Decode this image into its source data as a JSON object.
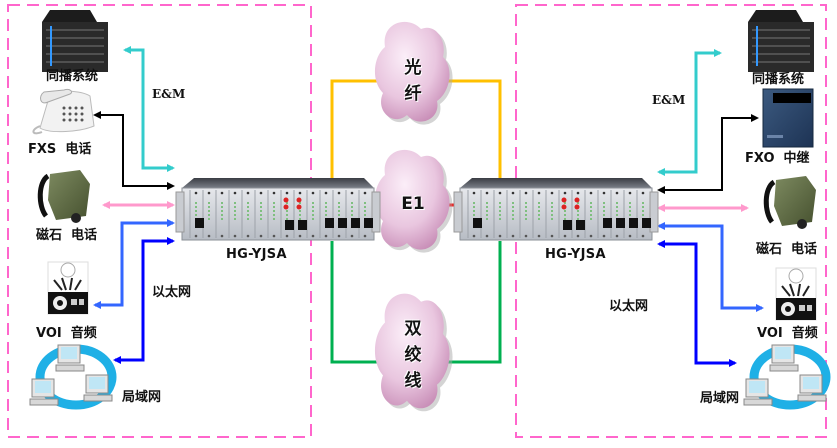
{
  "title": "HG-YJSA network topology",
  "transport_clouds": [
    {
      "id": "fiber",
      "label_lines": [
        "光",
        "纤"
      ],
      "link_color": "#ffc000"
    },
    {
      "id": "e1",
      "label_lines": [
        "E1"
      ],
      "link_color": "#ff0000"
    },
    {
      "id": "twisted_pair",
      "label_lines": [
        "双",
        "绞",
        "线"
      ],
      "link_color": "#00b050"
    }
  ],
  "left_site": {
    "device_model": "HG-YJSA",
    "border_color": "#ff66cc",
    "endpoints": [
      {
        "id": "simulcast",
        "label": "同播系统",
        "icon": "rack-server-icon",
        "link": "cyan"
      },
      {
        "id": "fxs_phone",
        "label": "FXS  电话",
        "icon": "desk-phone-icon",
        "link": "black"
      },
      {
        "id": "magneto_phone",
        "label": "磁石  电话",
        "icon": "field-phone-icon",
        "link": "pink"
      },
      {
        "id": "voi_audio",
        "label": "VOI  音频",
        "icon": "audio-mixer-icon",
        "link": "blue"
      },
      {
        "id": "lan",
        "label": "局域网",
        "icon": "lan-computers-icon",
        "link": "darkblue"
      }
    ],
    "link_labels": {
      "em": "E&M",
      "ethernet": "以太网"
    }
  },
  "right_site": {
    "device_model": "HG-YJSA",
    "border_color": "#ff66cc",
    "endpoints": [
      {
        "id": "simulcast",
        "label": "同播系统",
        "icon": "rack-server-icon",
        "link": "cyan"
      },
      {
        "id": "fxo_trunk",
        "label": "FXO  中继",
        "icon": "pbx-cabinet-icon",
        "link": "black"
      },
      {
        "id": "magneto_phone",
        "label": "磁石  电话",
        "icon": "field-phone-icon",
        "link": "pink"
      },
      {
        "id": "voi_audio",
        "label": "VOI  音频",
        "icon": "audio-mixer-icon",
        "link": "blue"
      },
      {
        "id": "lan",
        "label": "局域网",
        "icon": "lan-computers-icon",
        "link": "darkblue"
      }
    ],
    "link_labels": {
      "em": "E&M",
      "ethernet": "以太网"
    }
  },
  "colors": {
    "cyan": "#33cccc",
    "black": "#000000",
    "pink": "#ff99cc",
    "blue": "#3366ff",
    "darkblue": "#0000ff",
    "cloud": "#e8c8e0"
  }
}
